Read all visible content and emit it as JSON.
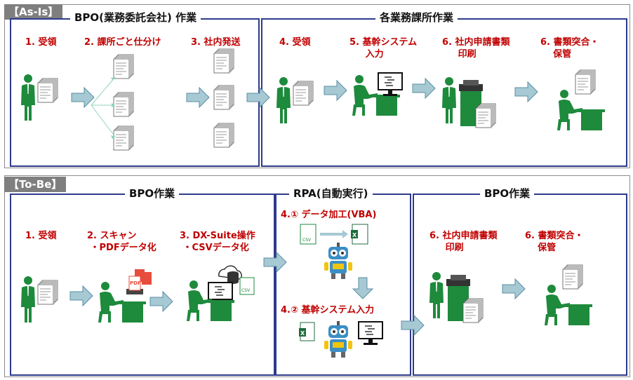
{
  "asis": {
    "tag": "【As-Is】",
    "bpo_title": "BPO(業務委託会社) 作業",
    "dept_title": "各業務課所作業",
    "steps": {
      "s1": "1. 受領",
      "s2": "2. 課所ごと仕分け",
      "s3": "3. 社内発送",
      "s4": "4. 受領",
      "s5": "5. 基幹システム\n     入力",
      "s6a": "6. 社内申請書類\n     印刷",
      "s6b": "6. 書類突合・\n    保管"
    }
  },
  "tobe": {
    "tag": "【To-Be】",
    "bpo_title": "BPO作業",
    "rpa_title": "RPA(自動実行)",
    "bpo2_title": "BPO作業",
    "steps": {
      "s1": "1. 受領",
      "s2": "2. スキャン\n ・PDFデータ化",
      "s3": "3. DX-Suite操作\n ・CSVデータ化",
      "s41": "4.① データ加工(VBA)",
      "s42": "4.② 基幹システム入力",
      "s6a": "6. 社内申請書類\n     印刷",
      "s6b": "6. 書類突合・\n    保管"
    },
    "file_labels": {
      "pdf": "PDF",
      "csv": "CSV",
      "excel": "X"
    }
  },
  "colors": {
    "green": "#1e8a3c",
    "arrow": "#a6c9d4",
    "arrow_stroke": "#5b8fa3",
    "box_border": "#2e3a8c",
    "step_red": "#c00000",
    "tag_gray": "#7f7f7f"
  }
}
